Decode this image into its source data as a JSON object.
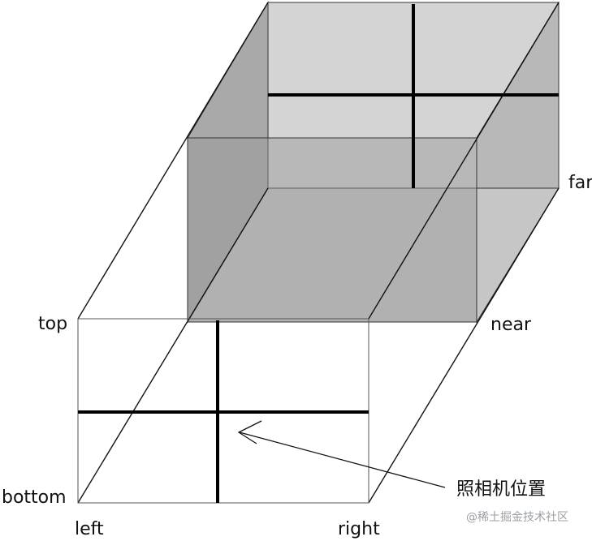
{
  "labels": {
    "top": "top",
    "bottom": "bottom",
    "left": "left",
    "right": "right",
    "near": "near",
    "far": "far"
  },
  "annotation": {
    "camera_position": "照相机位置"
  },
  "watermark": "@稀土掘金技术社区"
}
